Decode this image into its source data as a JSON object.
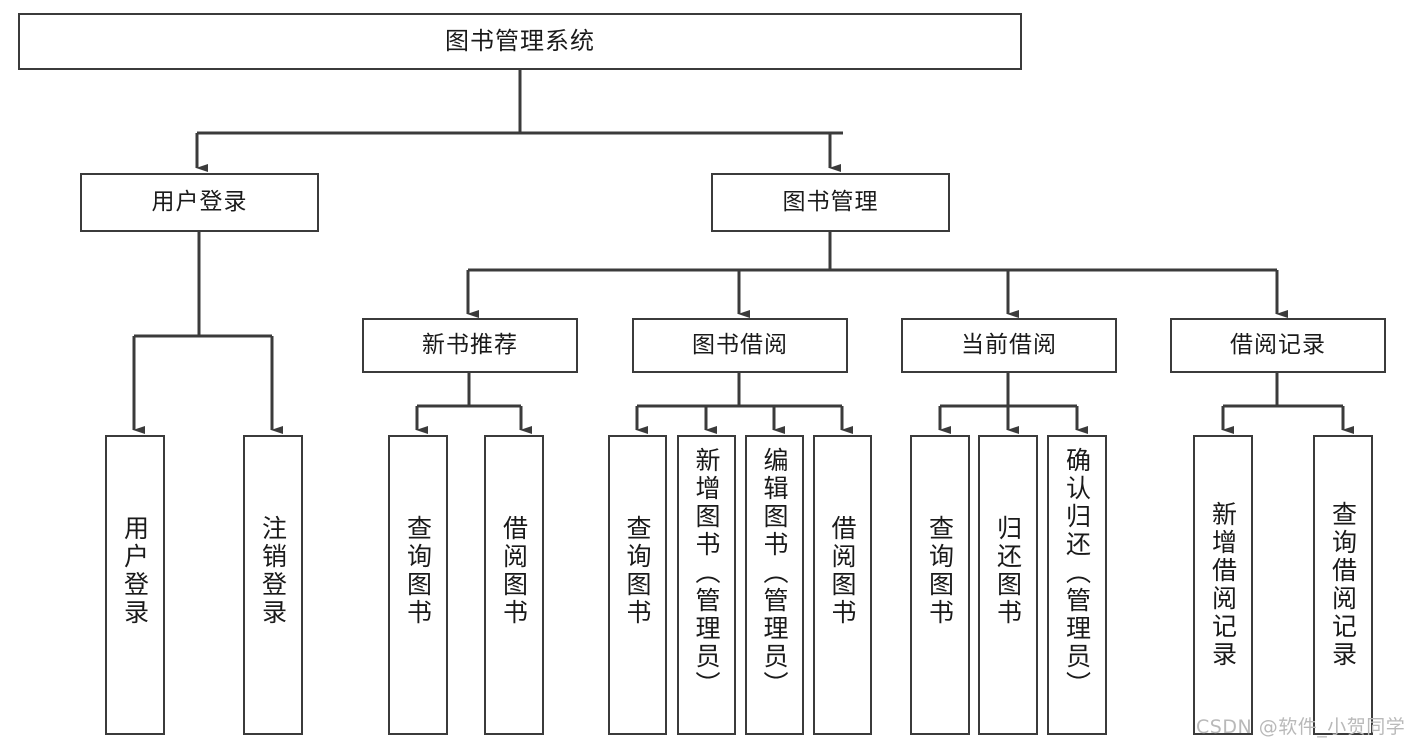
{
  "diagram": {
    "title": "图书管理系统",
    "type": "tree-hierarchy",
    "stroke_color": "#3b3b3b",
    "fill_color": "#ffffff",
    "text_color": "#1a1a1a"
  },
  "root": {
    "label": "图书管理系统"
  },
  "level2": [
    {
      "label": "用户登录"
    },
    {
      "label": "图书管理"
    }
  ],
  "level3": [
    {
      "label": "新书推荐"
    },
    {
      "label": "图书借阅"
    },
    {
      "label": "当前借阅"
    },
    {
      "label": "借阅记录"
    }
  ],
  "leaves": {
    "user_login": [
      {
        "label": "用户登录"
      },
      {
        "label": "注销登录"
      }
    ],
    "new_book": [
      {
        "label": "查询图书"
      },
      {
        "label": "借阅图书"
      }
    ],
    "book_borrow": [
      {
        "label": "查询图书"
      },
      {
        "label": "新增图书（管理员）"
      },
      {
        "label": "编辑图书（管理员）"
      },
      {
        "label": "借阅图书"
      }
    ],
    "current_borrow": [
      {
        "label": "查询图书"
      },
      {
        "label": "归还图书"
      },
      {
        "label": "确认归还（管理员）"
      }
    ],
    "borrow_record": [
      {
        "label": "新增借阅记录"
      },
      {
        "label": "查询借阅记录"
      }
    ]
  },
  "watermark": {
    "text": "CSDN @软件_小贺同学"
  }
}
